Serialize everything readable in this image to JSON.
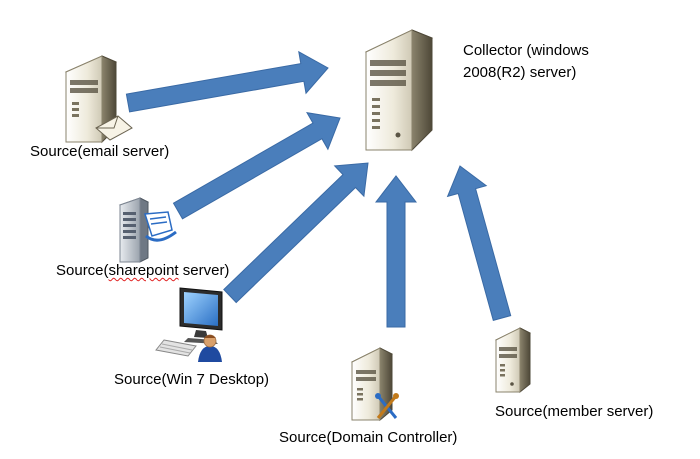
{
  "collector": {
    "line1": "Collector (windows",
    "line2": "2008(R2) server)"
  },
  "sources": {
    "email": "Source(email server)",
    "sharepoint_prefix": "Source(",
    "sharepoint_word": "sharepoint",
    "sharepoint_suffix": " server)",
    "desktop": "Source(Win 7 Desktop)",
    "domain_controller": "Source(Domain Controller)",
    "member": "Source(member server)"
  },
  "colors": {
    "arrow_fill": "#4a7ebb",
    "arrow_stroke": "#3a6aa5",
    "server_light": "#f2efe4",
    "server_dark": "#6b6452"
  }
}
